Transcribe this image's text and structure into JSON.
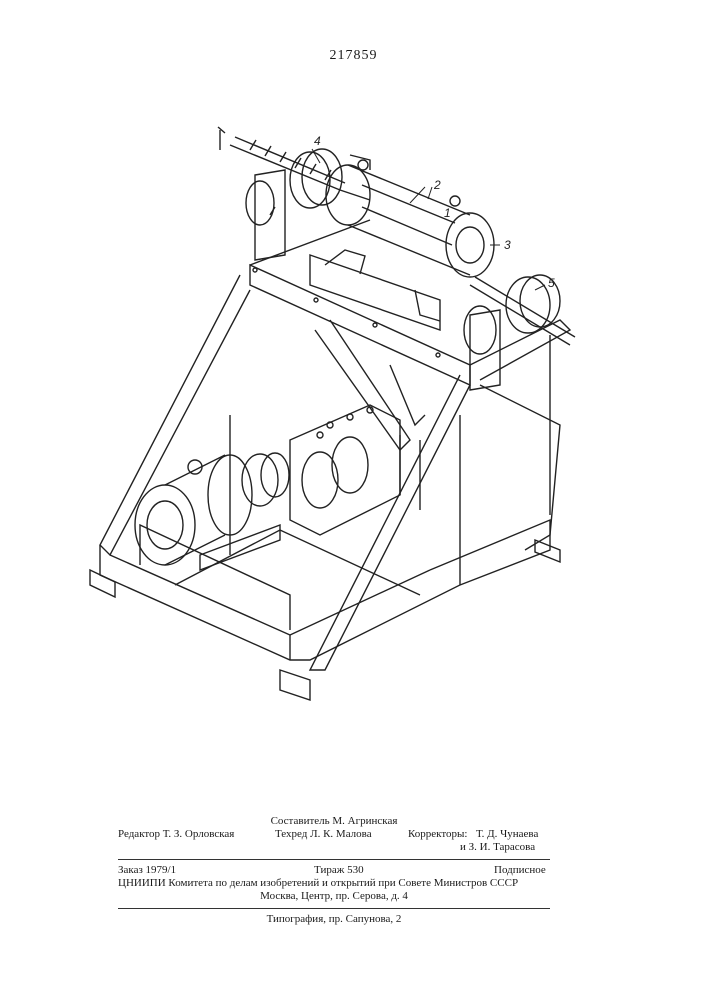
{
  "header": {
    "patent_number": "217859"
  },
  "figure": {
    "callouts": [
      "1",
      "2",
      "3",
      "4",
      "5"
    ]
  },
  "colophon": {
    "compiler": "Составитель М. Агринская",
    "editor": "Редактор Т. З. Орловская",
    "techred": "Техред Л. К. Малова",
    "correctors_label": "Корректоры:",
    "corrector1": "Т. Д. Чунаева",
    "corrector2": "и З. И. Тарасова",
    "order": "Заказ 1979/1",
    "circulation": "Тираж 530",
    "subscription": "Подписное",
    "publisher_line1": "ЦНИИПИ Комитета по делам изобретений и открытий при Совете Министров СССР",
    "publisher_line2": "Москва, Центр, пр. Серова, д. 4",
    "printer": "Типография, пр. Сапунова, 2"
  }
}
